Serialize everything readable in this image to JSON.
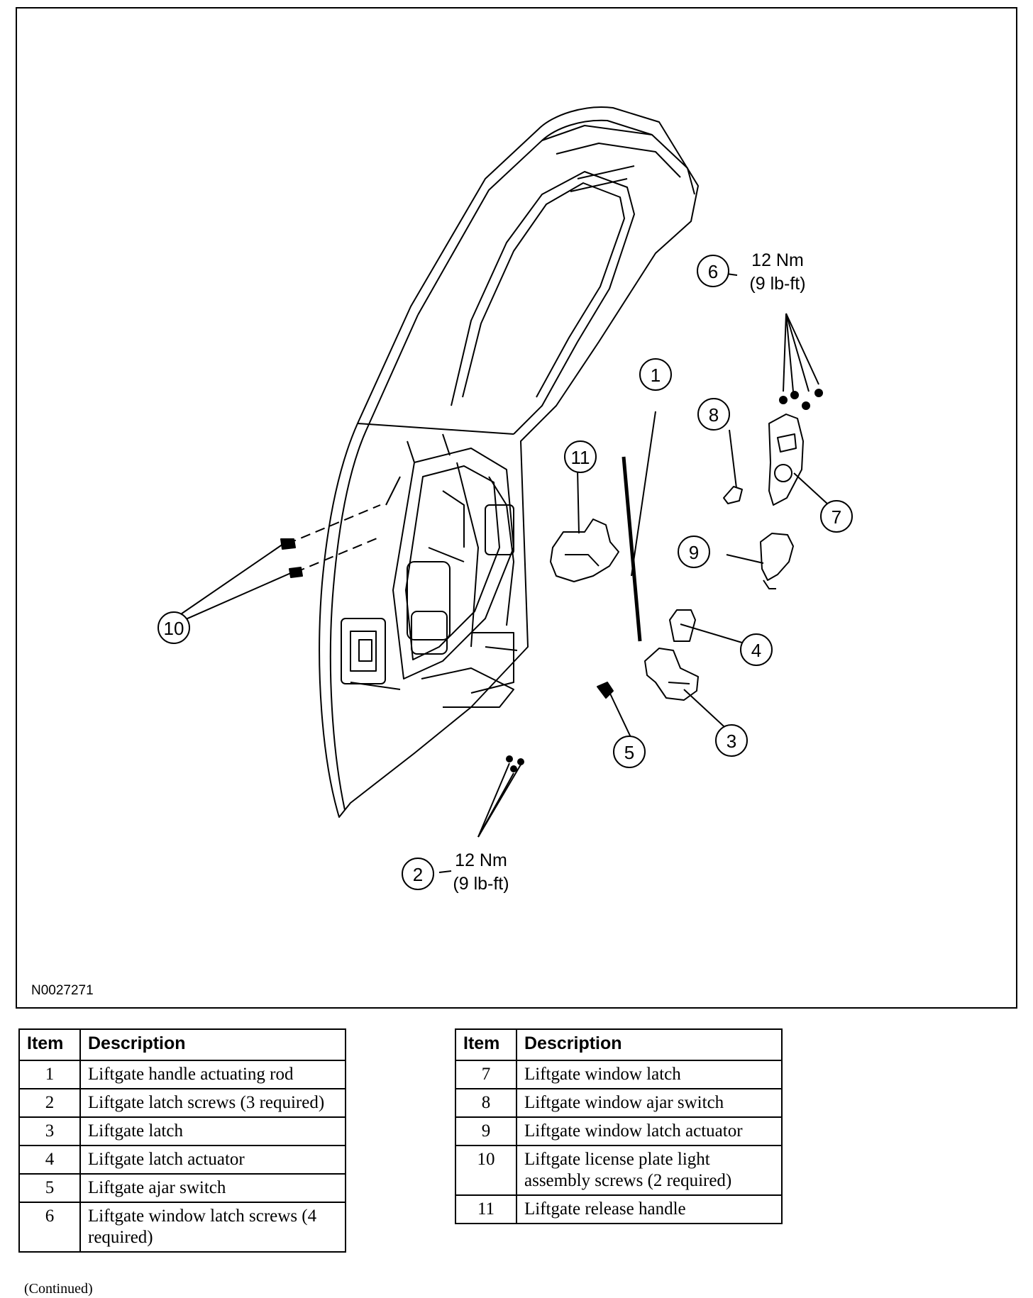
{
  "figure": {
    "code": "N0027271",
    "callouts": [
      {
        "num": "1"
      },
      {
        "num": "2"
      },
      {
        "num": "3"
      },
      {
        "num": "4"
      },
      {
        "num": "5"
      },
      {
        "num": "6"
      },
      {
        "num": "7"
      },
      {
        "num": "8"
      },
      {
        "num": "9"
      },
      {
        "num": "10"
      },
      {
        "num": "11"
      }
    ],
    "torque_labels": [
      {
        "callout": "6",
        "nm": "12 Nm",
        "lbft": "(9 lb-ft)"
      },
      {
        "callout": "2",
        "nm": "12 Nm",
        "lbft": "(9 lb-ft)"
      }
    ]
  },
  "table_left": {
    "headers": [
      "Item",
      "Description"
    ],
    "rows": [
      {
        "item": "1",
        "description": "Liftgate handle actuating rod"
      },
      {
        "item": "2",
        "description": "Liftgate latch screws (3 required)"
      },
      {
        "item": "3",
        "description": "Liftgate latch"
      },
      {
        "item": "4",
        "description": "Liftgate latch actuator"
      },
      {
        "item": "5",
        "description": "Liftgate ajar switch"
      },
      {
        "item": "6",
        "description": "Liftgate window latch screws (4 required)"
      }
    ]
  },
  "table_right": {
    "headers": [
      "Item",
      "Description"
    ],
    "rows": [
      {
        "item": "7",
        "description": "Liftgate window latch"
      },
      {
        "item": "8",
        "description": "Liftgate window ajar switch"
      },
      {
        "item": "9",
        "description": "Liftgate window latch actuator"
      },
      {
        "item": "10",
        "description": "Liftgate license plate light assembly screws (2 required)"
      },
      {
        "item": "11",
        "description": "Liftgate release handle"
      }
    ]
  },
  "footer": {
    "continued": "(Continued)"
  }
}
